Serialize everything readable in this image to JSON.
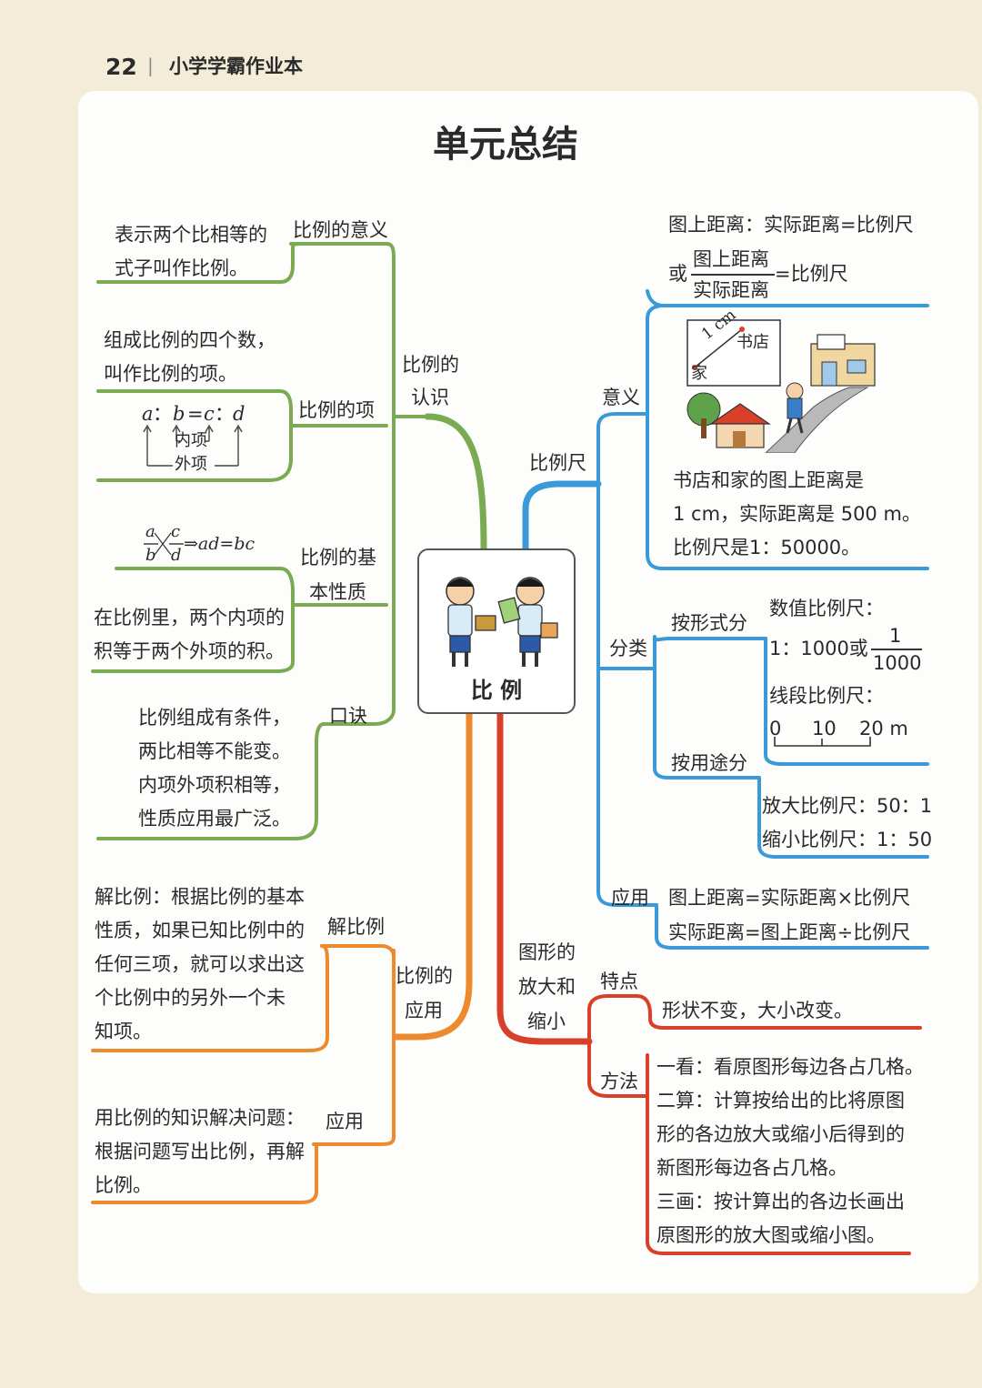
{
  "header": {
    "page_number": "22",
    "separator": "|",
    "book_title": "小学学霸作业本"
  },
  "title": "单元总结",
  "center": {
    "label": "比 例"
  },
  "left": {
    "recognition": {
      "label1": "比例的",
      "label2": "认识"
    },
    "meaning": {
      "label": "比例的意义",
      "lines": [
        "表示两个比相等的",
        "式子叫作比例。"
      ]
    },
    "terms": {
      "label": "比例的项",
      "lines": [
        "组成比例的四个数，",
        "叫作比例的项。"
      ],
      "formula": {
        "a": "a",
        "colon1": "：",
        "b": "b",
        "eq": "=",
        "c": "c",
        "colon2": "：",
        "d": "d",
        "inner": "内项",
        "outer": "外项"
      }
    },
    "property": {
      "label1": "比例的基",
      "label2": "本性质",
      "frac_a": "a",
      "frac_b": "b",
      "frac_c": "c",
      "frac_d": "d",
      "result": "⇒ad=bc",
      "lines": [
        "在比例里，两个内项的",
        "积等于两个外项的积。"
      ]
    },
    "rhyme": {
      "label": "口诀",
      "lines": [
        "比例组成有条件，",
        "两比相等不能变。",
        "内项外项积相等，",
        "性质应用最广泛。"
      ]
    },
    "application": {
      "label1": "比例的",
      "label2": "应用"
    },
    "solve": {
      "label": "解比例",
      "lines": [
        "解比例：根据比例的基本",
        "性质，如果已知比例中的",
        "任何三项，就可以求出这",
        "个比例中的另外一个未",
        "知项。"
      ]
    },
    "use": {
      "label": "应用",
      "lines": [
        "用比例的知识解决问题：",
        "根据问题写出比例，再解",
        "比例。"
      ]
    }
  },
  "right": {
    "scale": {
      "label": "比例尺"
    },
    "meaning": {
      "label": "意义",
      "formula1": "图上距离：实际距离=比例尺",
      "or": "或",
      "numerator": "图上距离",
      "denominator": "实际距离",
      "formula2_tail": "=比例尺",
      "illus": {
        "cm": "1 cm",
        "shop": "书店",
        "home": "家"
      },
      "lines": [
        "书店和家的图上距离是",
        "1 cm，实际距离是 500 m。",
        "比例尺是1：50000。"
      ]
    },
    "classify": {
      "label": "分类",
      "by_form": "按形式分",
      "numeric_label": "数值比例尺：",
      "numeric_value": "1：1000或",
      "frac_num": "1",
      "frac_den": "1000",
      "line_label": "线段比例尺：",
      "ticks": [
        "0",
        "10",
        "20 m"
      ],
      "by_use": "按用途分",
      "enlarge": "放大比例尺：50：1",
      "reduce": "缩小比例尺：1：50"
    },
    "apply": {
      "label": "应用",
      "f1": "图上距离=实际距离×比例尺",
      "f2": "实际距离=图上距离÷比例尺"
    },
    "figure": {
      "label1": "图形的",
      "label2": "放大和",
      "label3": "缩小",
      "feature": "特点",
      "feature_text": "形状不变，大小改变。",
      "method": "方法",
      "method_lines": [
        "一看：看原图形每边各占几格。",
        "二算：计算按给出的比将原图",
        "形的各边放大或缩小后得到的",
        "新图形每边各占几格。",
        "三画：按计算出的各边长画出",
        "原图形的放大图或缩小图。"
      ]
    }
  },
  "colors": {
    "green": "#7aab52",
    "blue": "#3a9ad9",
    "orange": "#ee8a2e",
    "red": "#d9402a"
  }
}
